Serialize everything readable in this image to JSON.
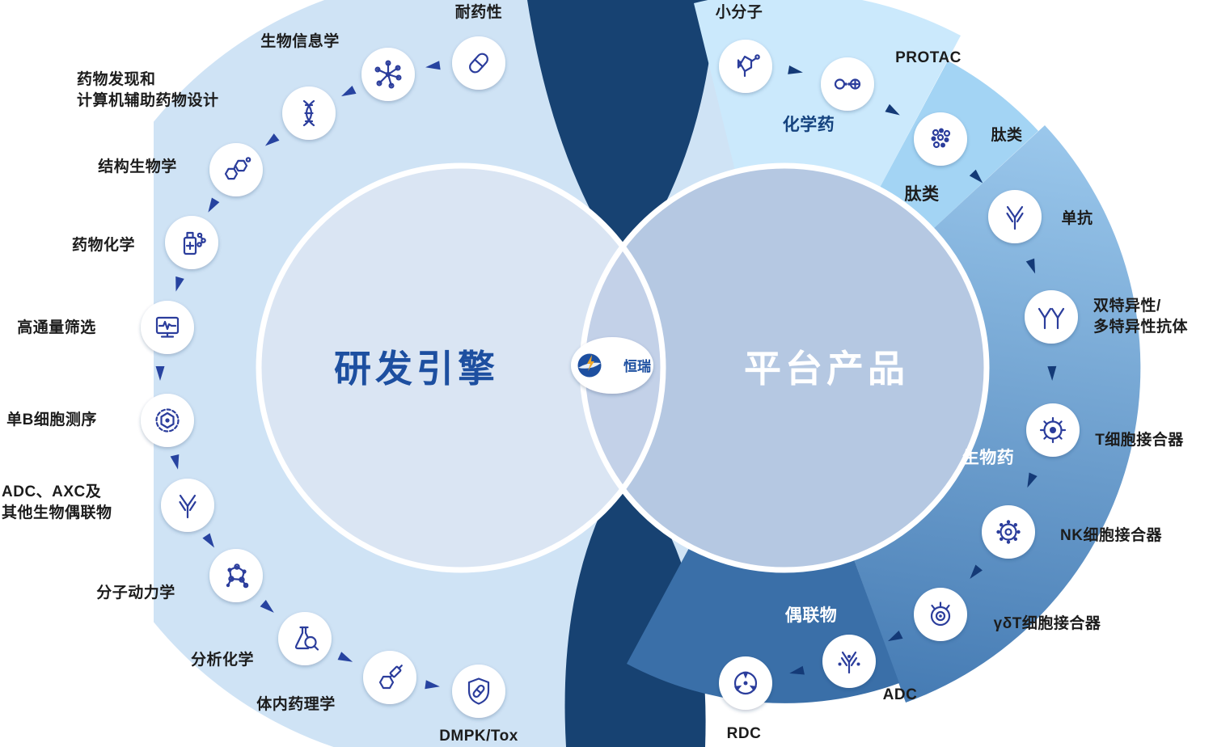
{
  "diagram": {
    "left_circle": {
      "title": "研发引擎"
    },
    "right_circle": {
      "title": "平台产品"
    },
    "logo": {
      "text": "恒瑞"
    },
    "left_ring": {
      "items": [
        {
          "label": "耐药性",
          "icon": "pill-icon"
        },
        {
          "label": "生物信息学",
          "icon": "network-icon"
        },
        {
          "label": "药物发现和\n计算机辅助药物设计",
          "icon": "dna-icon"
        },
        {
          "label": "结构生物学",
          "icon": "steroid-molecule-icon"
        },
        {
          "label": "药物化学",
          "icon": "medicine-bottle-icon"
        },
        {
          "label": "高通量筛选",
          "icon": "screening-monitor-icon"
        },
        {
          "label": "单B细胞测序",
          "icon": "cell-sequencing-icon"
        },
        {
          "label": "ADC、AXC及\n其他生物偶联物",
          "icon": "antibody-icon"
        },
        {
          "label": "分子动力学",
          "icon": "molecule-icon"
        },
        {
          "label": "分析化学",
          "icon": "flask-analysis-icon"
        },
        {
          "label": "体内药理学",
          "icon": "syringe-molecule-icon"
        },
        {
          "label": "DMPK/Tox",
          "icon": "shield-pill-icon"
        }
      ]
    },
    "right_ring": {
      "items": [
        {
          "label": "小分子",
          "icon": "small-molecule-icon"
        },
        {
          "label": "PROTAC",
          "icon": "protac-linker-icon"
        },
        {
          "label": "肽类",
          "icon": "peptide-cluster-icon"
        },
        {
          "label": "单抗",
          "icon": "monoclonal-antibody-icon"
        },
        {
          "label": "双特异性/\n多特异性抗体",
          "icon": "bispecific-antibody-icon"
        },
        {
          "label": "T细胞接合器",
          "icon": "t-cell-icon"
        },
        {
          "label": "NK细胞接合器",
          "icon": "nk-cell-icon"
        },
        {
          "label": "γδT细胞接合器",
          "icon": "gamma-delta-t-cell-icon"
        },
        {
          "label": "ADC",
          "icon": "adc-antibody-icon"
        },
        {
          "label": "RDC",
          "icon": "radiation-icon"
        }
      ]
    },
    "segments": {
      "items": [
        {
          "label": "化学药"
        },
        {
          "label": "肽类"
        },
        {
          "label": "生物药"
        },
        {
          "label": "偶联物"
        }
      ]
    }
  },
  "colors": {
    "backdrop_navy": "#174272",
    "outer_ring_light": "#cfe3f5",
    "left_circle_fill": "#dae5f3",
    "right_circle_fill": "#b5c8e2",
    "overlap_fill": "#c3d1e8",
    "segment_chemical": "#cbe9fc",
    "segment_peptide": "#a3d4f4",
    "segment_bio_top": "#9bc8ec",
    "segment_bio_bottom": "#4379b2",
    "segment_conjugate": "#3a6fa8",
    "icon_stroke": "#2b3d9c",
    "arrow_left": "#2743a0",
    "arrow_right": "#143a77",
    "title_blue": "#1d4fa0",
    "label_dark": "#1c1c1c",
    "label_white": "#ffffff"
  }
}
